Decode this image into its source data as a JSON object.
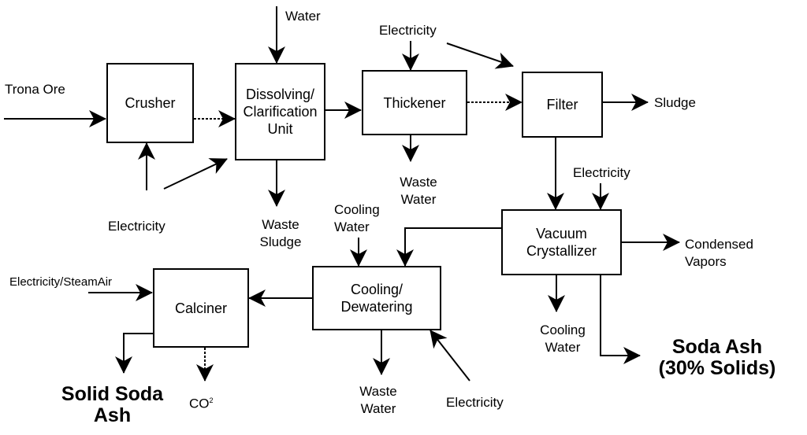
{
  "nodes": {
    "crusher": "Crusher",
    "dissolving": "Dissolving/\nClarification\nUnit",
    "thickener": "Thickener",
    "filter": "Filter",
    "crystallizer": "Vacuum\nCrystallizer",
    "cooling": "Cooling/\nDewatering",
    "calciner": "Calciner"
  },
  "labels": {
    "trona_ore": "Trona Ore",
    "water_top": "Water",
    "electricity_top": "Electricity",
    "sludge": "Sludge",
    "electricity_crusher": "Electricity",
    "waste_sludge": "Waste\nSludge",
    "waste_water_thickener": "Waste\nWater",
    "electricity_crystallizer": "Electricity",
    "cooling_water_in": "Cooling\nWater",
    "condensed_vapors": "Condensed\nVapors",
    "electricity_steam_air": "Electricity/SteamAir",
    "cooling_water_out": "Cooling\nWater",
    "waste_water_cooling": "Waste\nWater",
    "electricity_cooling": "Electricity",
    "co2": "CO",
    "co2_sup": "2"
  },
  "outputs": {
    "soda_ash": "Soda Ash\n(30% Solids)",
    "solid_soda_ash": "Solid Soda\nAsh"
  },
  "colors": {
    "stroke": "#000000",
    "background": "#ffffff"
  }
}
